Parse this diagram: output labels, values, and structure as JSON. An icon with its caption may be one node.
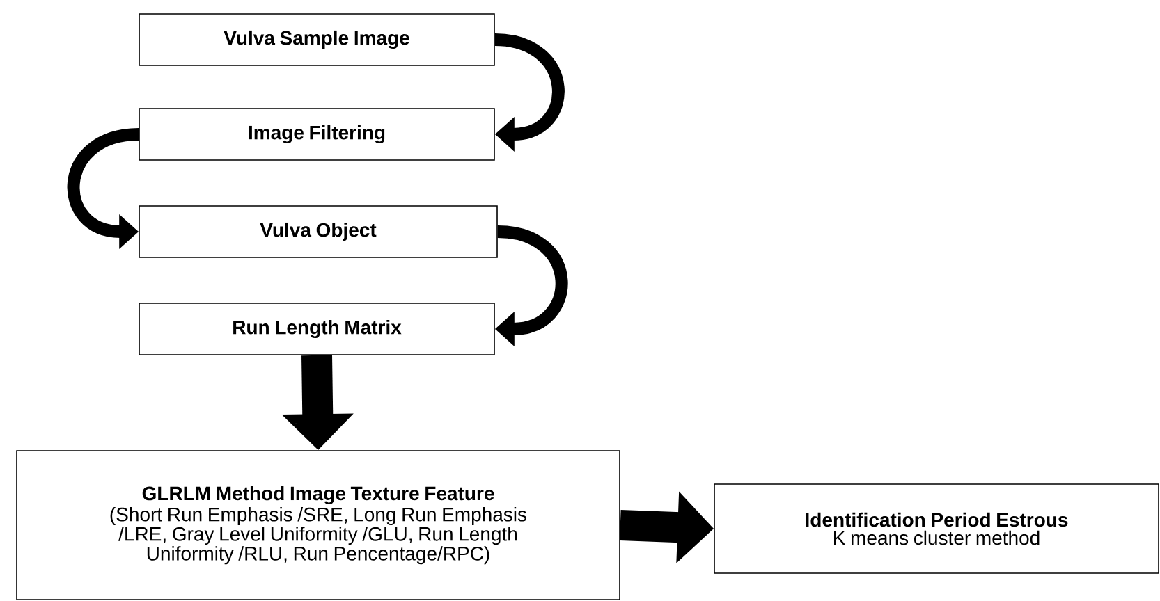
{
  "diagram": {
    "nodes": [
      {
        "text": [
          "Vulva Sample Image"
        ]
      },
      {
        "text": [
          "Image Filtering"
        ]
      },
      {
        "text": [
          "Vulva  Object"
        ]
      },
      {
        "text": [
          "Run Length Matrix"
        ]
      },
      {
        "text": [
          "GLRLM Method Image Texture Feature",
          "(Short Run Emphasis /SRE, Long Run Emphasis /LRE, Gray Level Uniformity /GLU, Run Length Uniformity /RLU, Run Pencentage/RPC)"
        ]
      },
      {
        "text": [
          "Identification Period Estrous",
          "K means cluster method"
        ]
      }
    ],
    "edges": [
      {
        "from": 0,
        "to": 1,
        "arrow": "to"
      },
      {
        "from": 1,
        "to": 2,
        "arrow": "to"
      },
      {
        "from": 2,
        "to": 3,
        "arrow": "to"
      },
      {
        "from": 3,
        "to": 4,
        "arrow": "to",
        "style": "thick"
      },
      {
        "from": 4,
        "to": 5,
        "arrow": "to",
        "style": "thick"
      }
    ]
  }
}
